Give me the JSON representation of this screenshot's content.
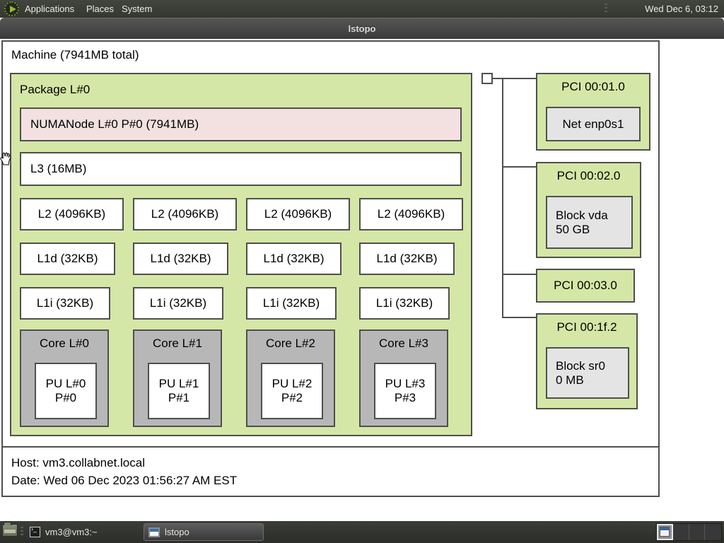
{
  "panel_top": {
    "menus": [
      {
        "label": "Applications"
      },
      {
        "label": "Places"
      },
      {
        "label": "System"
      }
    ],
    "clock": "Wed Dec 6, 03:12"
  },
  "window": {
    "title": "lstopo"
  },
  "machine": {
    "label": "Machine (7941MB total)"
  },
  "package": {
    "label": "Package L#0",
    "numanode": "NUMANode L#0 P#0 (7941MB)",
    "l3": "L3 (16MB)",
    "l2": [
      "L2 (4096KB)",
      "L2 (4096KB)",
      "L2 (4096KB)",
      "L2 (4096KB)"
    ],
    "l1d": [
      "L1d (32KB)",
      "L1d (32KB)",
      "L1d (32KB)",
      "L1d (32KB)"
    ],
    "l1i": [
      "L1i (32KB)",
      "L1i (32KB)",
      "L1i (32KB)",
      "L1i (32KB)"
    ],
    "cores": [
      {
        "label": "Core L#0",
        "pu_line1": "PU L#0",
        "pu_line2": "P#0"
      },
      {
        "label": "Core L#1",
        "pu_line1": "PU L#1",
        "pu_line2": "P#1"
      },
      {
        "label": "Core L#2",
        "pu_line1": "PU L#2",
        "pu_line2": "P#2"
      },
      {
        "label": "Core L#3",
        "pu_line1": "PU L#3",
        "pu_line2": "P#3"
      }
    ]
  },
  "pci": [
    {
      "label": "PCI 00:01.0",
      "device_line1": "Net enp0s1"
    },
    {
      "label": "PCI 00:02.0",
      "device_line1": "Block vda",
      "device_line2": "50 GB"
    },
    {
      "label": "PCI 00:03.0"
    },
    {
      "label": "PCI 00:1f.2",
      "device_line1": "Block sr0",
      "device_line2": "0 MB"
    }
  ],
  "legend": {
    "host": "Host: vm3.collabnet.local",
    "date": "Date: Wed 06 Dec 2023 01:56:27 AM EST"
  },
  "taskbar": {
    "tasks": [
      {
        "label": "vm3@vm3:~"
      },
      {
        "label": "lstopo"
      }
    ]
  },
  "colors": {
    "package_green": "#d5e7a6",
    "numa_pink": "#f3e1e1",
    "core_gray": "#b7b7b7",
    "osdev_gray": "#e4e4e4",
    "box_border": "#4f4f4f",
    "panel_bg": "#35382f"
  }
}
